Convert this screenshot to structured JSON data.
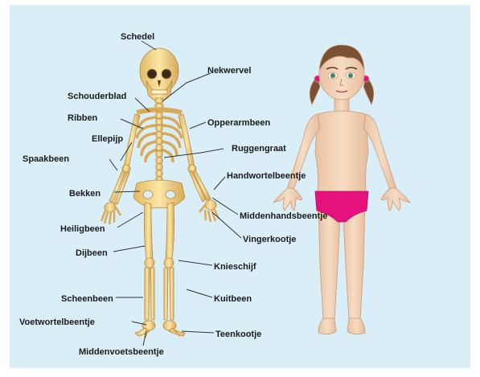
{
  "labels": {
    "schedel": "Schedel",
    "nekwervel": "Nekwervel",
    "schouderblad": "Schouderblad",
    "ribben": "Ribben",
    "opperarmbeen": "Opperarmbeen",
    "ellepijp": "Ellepijp",
    "ruggengraat": "Ruggengraat",
    "spaakbeen": "Spaakbeen",
    "handwortelbeentje": "Handwortelbeentje",
    "bekken": "Bekken",
    "middenhandsbeentje": "Middenhandsbeentje",
    "heiligbeen": "Heiligbeen",
    "vingerkootje": "Vingerkootje",
    "dijbeen": "Dijbeen",
    "knieschijf": "Knieschijf",
    "scheenbeen": "Scheenbeen",
    "kuitbeen": "Kuitbeen",
    "voetwortelbeentje": "Voetwortelbeentje",
    "teenkootje": "Teenkootje",
    "middenvoetsbeentje": "Middenvoetsbeentje"
  },
  "colors": {
    "background": "#daeef8",
    "bone": "#f3d68a",
    "bone_shade": "#c89a45",
    "skin": "#f2d2b6",
    "hair": "#7a5232",
    "underwear": "#e5127e",
    "label_line": "#333333"
  }
}
